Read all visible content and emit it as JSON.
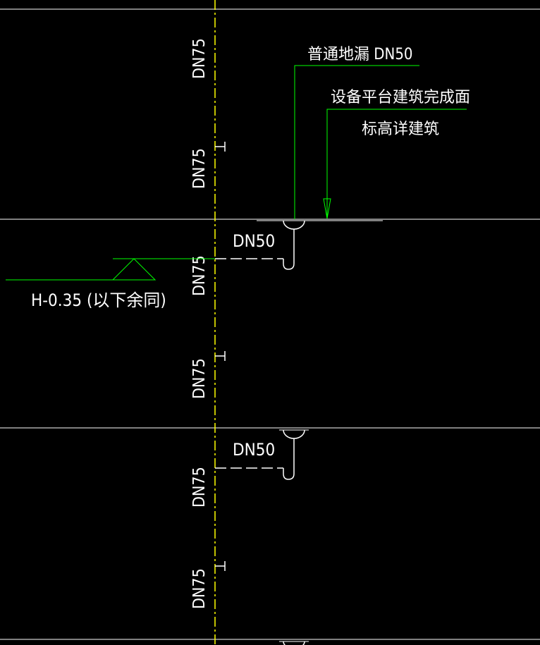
{
  "colors": {
    "background": "#000000",
    "floor_line": "#ffffff",
    "pipe_axis": "#ffff00",
    "leader": "#00ff00",
    "pipe": "#ffffff",
    "text": "#ffffff"
  },
  "labels": {
    "floor_drain": "普通地漏  DN50",
    "platform_note_line1": "设备平台建筑完成面",
    "platform_note_line2": "标高详建筑",
    "elevation": "H-0.35 (以下余同)",
    "branch_dn_1": "DN50",
    "branch_dn_2": "DN50",
    "riser_dn": [
      "DN75",
      "DN75",
      "DN75",
      "DN75",
      "DN75",
      "DN75"
    ]
  }
}
